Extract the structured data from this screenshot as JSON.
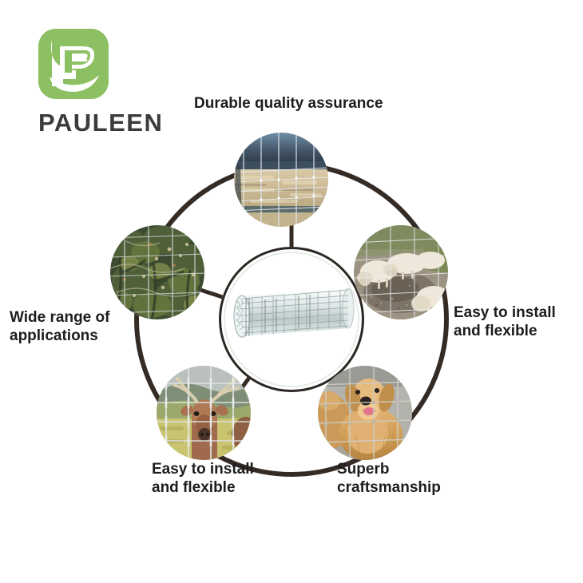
{
  "brand": {
    "name": "PAULEEN",
    "logo_icon": "pauleen-leaf-logo-icon",
    "logo_color": "#8cc063",
    "name_color": "#3b3b3b"
  },
  "diagram": {
    "type": "hub-and-spoke-circle",
    "ring_color": "#352b25",
    "center": {
      "image_name": "rolled-wire-mesh-fence-product-image",
      "description": "Roll of galvanized field fence wire mesh"
    },
    "features": [
      {
        "id": "durable-quality-assurance",
        "label": "Durable quality assurance",
        "position": "top",
        "image_name": "fence-in-field-photo",
        "image_description": "Wire field fence across open farmland at dusk"
      },
      {
        "id": "easy-to-install-and-flexible-right",
        "label": "Easy to install\nand flexible",
        "position": "right",
        "image_name": "sheep-behind-fence-photo",
        "image_description": "Sheep grazing behind a wire fence"
      },
      {
        "id": "superb-craftsmanship",
        "label": "Superb\ncraftsmanship",
        "position": "bottom-right",
        "image_name": "golden-retriever-behind-fence-photo",
        "image_description": "Golden retriever dog behind a wire fence"
      },
      {
        "id": "easy-to-install-and-flexible-bottom",
        "label": "Easy to install\nand flexible",
        "position": "bottom-left",
        "image_name": "deer-behind-fence-photo",
        "image_description": "Deer standing behind a fixed-knot wire fence"
      },
      {
        "id": "wide-range-of-applications",
        "label": "Wide range of\napplications",
        "position": "left",
        "image_name": "orchard-vegetation-fence-photo",
        "image_description": "Green orchard vegetation behind a wire fence"
      }
    ]
  }
}
